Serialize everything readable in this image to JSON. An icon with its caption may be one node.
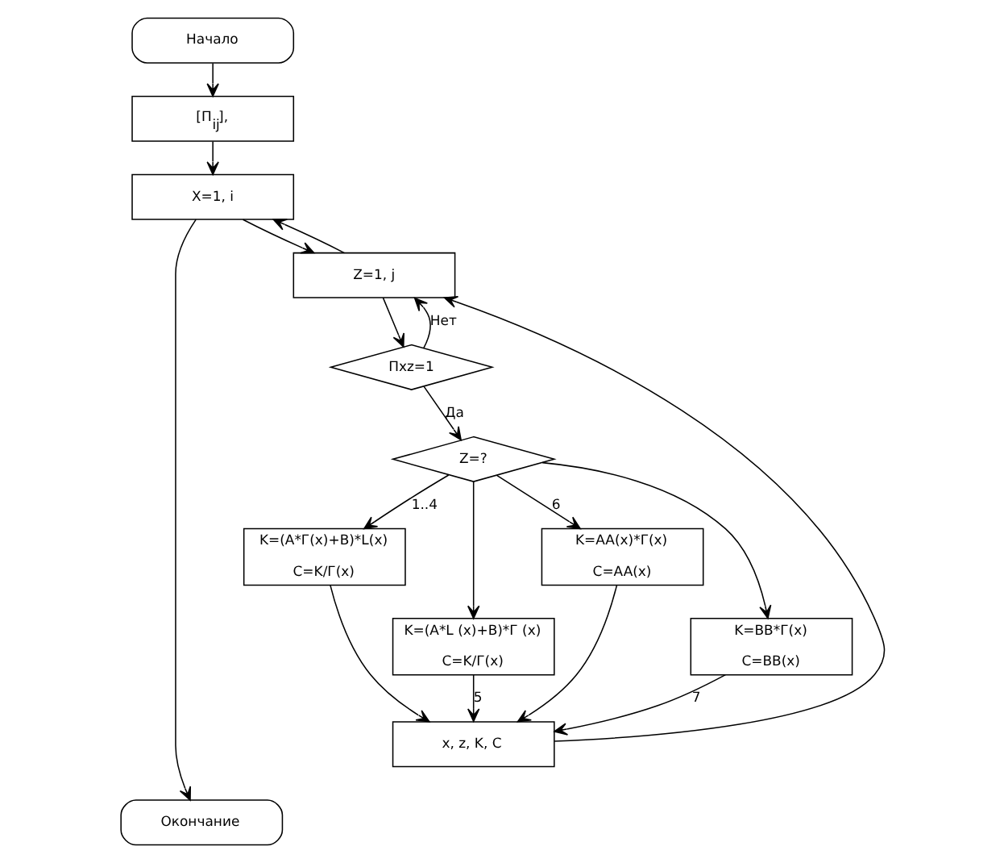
{
  "diagram": {
    "nodes": [
      {
        "text": [
          "Начало"
        ]
      },
      {
        "text": [
          "[Π$_{ij}$],"
        ]
      },
      {
        "text": [
          "X=1, i"
        ]
      },
      {
        "text": [
          "Z=1, j"
        ]
      },
      {
        "text": [
          "Пxz=1"
        ]
      },
      {
        "text": [
          "Z=?"
        ]
      },
      {
        "text": [
          "K=(A*Г(x)+B)*L(x)",
          "C=K/Г(x)"
        ]
      },
      {
        "text": [
          "K=(A*L (x)+B)*Г (x)",
          "C=K/Г(x)"
        ]
      },
      {
        "text": [
          "K=AA(x)*Г(x)",
          "C=AA(x)"
        ]
      },
      {
        "text": [
          "K=BB*Г(x)",
          "C=BB(x)"
        ]
      },
      {
        "text": [
          "x, z, K, C"
        ]
      },
      {
        "text": [
          "Окончание"
        ]
      }
    ],
    "edges": [
      {
        "from": 0,
        "to": 1,
        "arrow": "to"
      },
      {
        "from": 1,
        "to": 2,
        "arrow": "to"
      },
      {
        "from": 2,
        "to": 3,
        "arrow": "to"
      },
      {
        "from": 3,
        "to": 4,
        "arrow": "to"
      },
      {
        "from": 4,
        "to": 5,
        "arrow": "to",
        "label": "Да"
      },
      {
        "from": 4,
        "to": 3,
        "arrow": "to",
        "label": "Нет"
      },
      {
        "from": 5,
        "to": 6,
        "arrow": "to",
        "label": "1..4"
      },
      {
        "from": 5,
        "to": 7,
        "arrow": "to"
      },
      {
        "from": 5,
        "to": 8,
        "arrow": "to",
        "label": "6"
      },
      {
        "from": 5,
        "to": 9,
        "arrow": "to"
      },
      {
        "from": 6,
        "to": 10,
        "arrow": "to"
      },
      {
        "from": 7,
        "to": 10,
        "arrow": "to",
        "label": "5"
      },
      {
        "from": 8,
        "to": 10,
        "arrow": "to"
      },
      {
        "from": 9,
        "to": 10,
        "arrow": "to",
        "label": "7"
      },
      {
        "from": 10,
        "to": 3,
        "arrow": "to"
      },
      {
        "from": 3,
        "to": 2,
        "arrow": "to"
      },
      {
        "from": 2,
        "to": 11,
        "arrow": "to"
      }
    ]
  }
}
